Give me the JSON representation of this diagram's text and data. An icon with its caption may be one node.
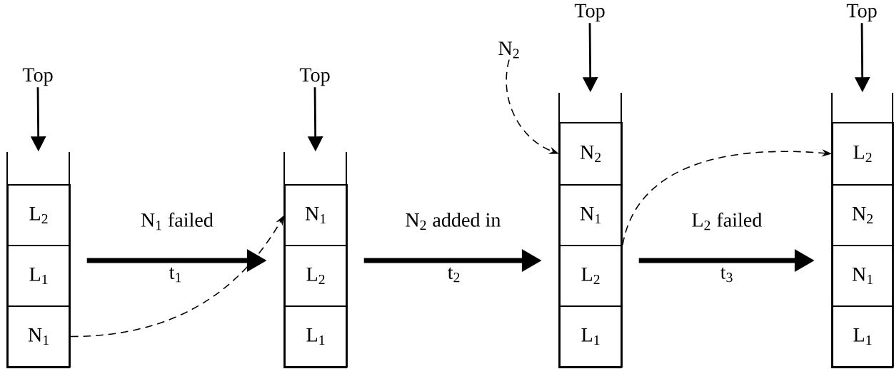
{
  "diagram": {
    "nodes": [
      {
        "text": [
          "Top"
        ]
      },
      {
        "text": [],
        "shape": "box"
      },
      {
        "text": [
          "L$_{2}$"
        ],
        "in": 1
      },
      {
        "text": [
          "L$_{1}$"
        ],
        "in": 1
      },
      {
        "text": [
          "N$_{1}$"
        ],
        "in": 1
      },
      {
        "text": [
          "Top"
        ]
      },
      {
        "text": [],
        "shape": "box"
      },
      {
        "text": [
          "N$_{1}$"
        ],
        "in": 6
      },
      {
        "text": [
          "L$_{2}$"
        ],
        "in": 6
      },
      {
        "text": [
          "L$_{1}$"
        ],
        "in": 6
      },
      {
        "text": [
          "N$_{2}$"
        ]
      },
      {
        "text": [
          "Top"
        ]
      },
      {
        "text": [],
        "shape": "box"
      },
      {
        "text": [
          "N$_{2}$"
        ],
        "in": 12
      },
      {
        "text": [
          "N$_{1}$"
        ],
        "in": 12
      },
      {
        "text": [
          "L$_{2}$"
        ],
        "in": 12
      },
      {
        "text": [
          "L$_{1}$"
        ],
        "in": 12
      },
      {
        "text": [
          "Top"
        ]
      },
      {
        "text": [],
        "shape": "box"
      },
      {
        "text": [
          "L$_{2}$"
        ],
        "in": 18
      },
      {
        "text": [
          "N$_{2}$"
        ],
        "in": 18
      },
      {
        "text": [
          "N$_{1}$"
        ],
        "in": 18
      },
      {
        "text": [
          "L$_{1}$"
        ],
        "in": 18
      }
    ],
    "edges": [
      {
        "from": 0,
        "to": 1,
        "arrow": "to"
      },
      {
        "from": 5,
        "to": 6,
        "arrow": "to"
      },
      {
        "from": 11,
        "to": 12,
        "arrow": "to"
      },
      {
        "from": 17,
        "to": 18,
        "arrow": "to"
      },
      {
        "from": 1,
        "to": 6,
        "arrow": "to",
        "label": "N$_{1}$ failed",
        "style": "thick"
      },
      {
        "from": 6,
        "to": 12,
        "arrow": "to",
        "label": "N$_{2}$ added in",
        "style": "thick"
      },
      {
        "from": 12,
        "to": 18,
        "arrow": "to",
        "label": "L$_{2}$ failed",
        "style": "thick"
      },
      {
        "from": 4,
        "to": 7,
        "arrow": "to",
        "style": "dashed"
      },
      {
        "from": 10,
        "to": 13,
        "arrow": "to",
        "style": "dashed"
      },
      {
        "from": 15,
        "to": 19,
        "arrow": "to",
        "style": "dashed"
      }
    ],
    "labels": [
      "t$_{1}$",
      "t$_{2}$",
      "t$_{3}$"
    ]
  }
}
